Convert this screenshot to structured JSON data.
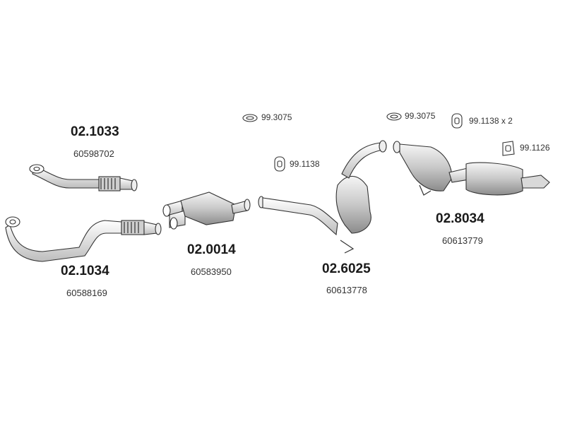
{
  "parts": [
    {
      "id": "front-pipe-upper",
      "code": "02.1033",
      "ref": "60598702"
    },
    {
      "id": "front-pipe-lower",
      "code": "02.1034",
      "ref": "60588169"
    },
    {
      "id": "catalytic-converter",
      "code": "02.0014",
      "ref": "60583950"
    },
    {
      "id": "middle-silencer",
      "code": "02.6025",
      "ref": "60613778"
    },
    {
      "id": "rear-silencer",
      "code": "02.8034",
      "ref": "60613779"
    }
  ],
  "hardware": [
    {
      "id": "ring-a",
      "code": "99.3075"
    },
    {
      "id": "ring-b",
      "code": "99.3075"
    },
    {
      "id": "hanger-a",
      "code": "99.1138 x 2"
    },
    {
      "id": "hanger-b",
      "code": "99.1138"
    },
    {
      "id": "hanger-c",
      "code": "99.1126"
    }
  ],
  "colors": {
    "line": "#333333",
    "fill_light": "#eeeeee",
    "fill_mid": "#cfcfcf",
    "fill_dark": "#9a9a9a"
  }
}
